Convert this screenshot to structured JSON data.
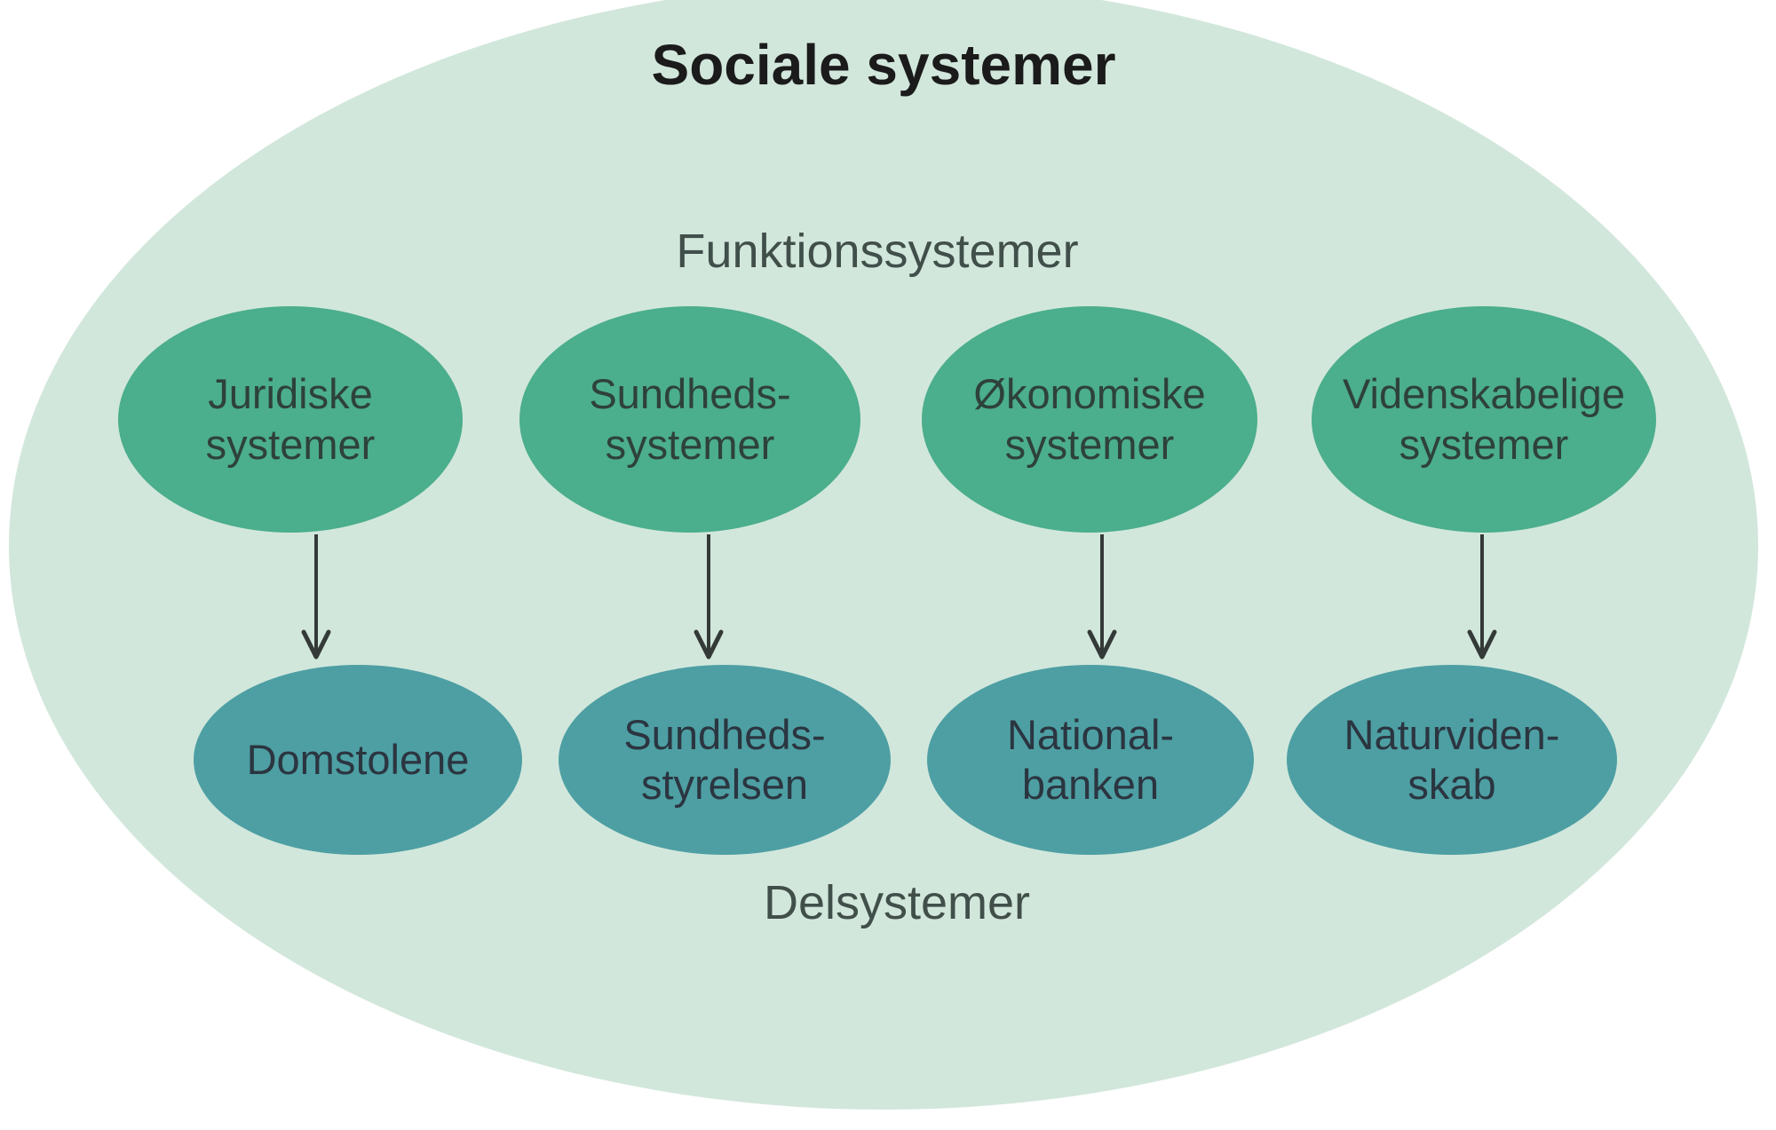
{
  "diagram": {
    "title": "Sociale systemer",
    "top_label": "Funktionssystemer",
    "bottom_label": "Delsystemer",
    "colors": {
      "background": "#ffffff",
      "outer_ellipse": "#d2e7dc",
      "function_ellipse": "#4bae8c",
      "subsystem_ellipse": "#4d9fa3",
      "title_text": "#1b1b1b",
      "row_label_text": "#414f4a",
      "function_text": "#2e413b",
      "subsystem_text": "#2b3540",
      "arrow": "#343a38"
    },
    "pairs": [
      {
        "function": {
          "line1": "Juridiske",
          "line2": "systemer"
        },
        "subsystem": {
          "line1": "Domstolene",
          "line2": ""
        }
      },
      {
        "function": {
          "line1": "Sundheds-",
          "line2": "systemer"
        },
        "subsystem": {
          "line1": "Sundheds-",
          "line2": "styrelsen"
        }
      },
      {
        "function": {
          "line1": "Økonomiske",
          "line2": "systemer"
        },
        "subsystem": {
          "line1": "National-",
          "line2": "banken"
        }
      },
      {
        "function": {
          "line1": "Videnskabelige",
          "line2": "systemer"
        },
        "subsystem": {
          "line1": "Naturviden-",
          "line2": "skab"
        }
      }
    ]
  }
}
